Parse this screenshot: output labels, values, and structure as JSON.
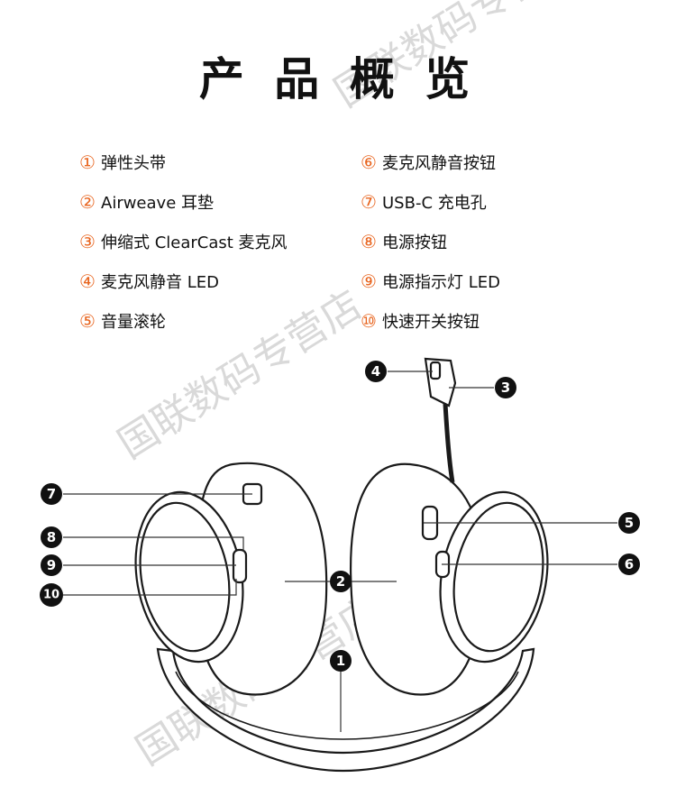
{
  "title": "产 品 概 览",
  "legend": {
    "left": [
      {
        "num": "①",
        "label": "弹性头带"
      },
      {
        "num": "②",
        "label": "Airweave 耳垫"
      },
      {
        "num": "③",
        "label": "伸缩式 ClearCast 麦克风"
      },
      {
        "num": "④",
        "label": "麦克风静音 LED"
      },
      {
        "num": "⑤",
        "label": "音量滚轮"
      }
    ],
    "right": [
      {
        "num": "⑥",
        "label": "麦克风静音按钮"
      },
      {
        "num": "⑦",
        "label": "USB-C 充电孔"
      },
      {
        "num": "⑧",
        "label": "电源按钮"
      },
      {
        "num": "⑨",
        "label": "电源指示灯 LED"
      },
      {
        "num": "⑩",
        "label": "快速开关按钮"
      }
    ]
  },
  "callouts": {
    "c1": "1",
    "c2": "2",
    "c3": "3",
    "c4": "4",
    "c5": "5",
    "c6": "6",
    "c7": "7",
    "c8": "8",
    "c9": "9",
    "c10": "10"
  },
  "watermark": "国联数码专营店",
  "colors": {
    "accent": "#e8641e",
    "ink": "#111111",
    "watermark": "#d9d9d9"
  }
}
